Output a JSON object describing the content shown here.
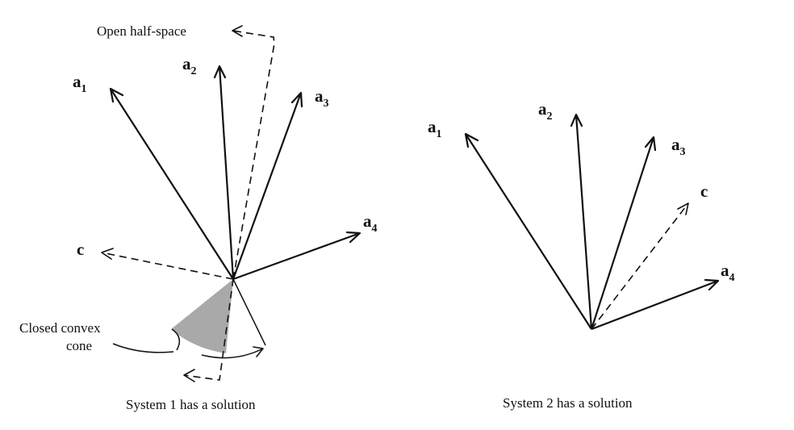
{
  "system1": {
    "vectors": [
      {
        "name": "a",
        "sub": "1"
      },
      {
        "name": "a",
        "sub": "2"
      },
      {
        "name": "a",
        "sub": "3"
      },
      {
        "name": "a",
        "sub": "4"
      }
    ],
    "c_label": "c",
    "open_half_space_label": "Open half-space",
    "cone_label_line1": "Closed convex",
    "cone_label_line2": "cone",
    "caption": "System 1 has a solution",
    "cone_color": "#a9a9a9"
  },
  "system2": {
    "vectors": [
      {
        "name": "a",
        "sub": "1"
      },
      {
        "name": "a",
        "sub": "2"
      },
      {
        "name": "a",
        "sub": "3"
      },
      {
        "name": "a",
        "sub": "4"
      }
    ],
    "c_label": "c",
    "caption": "System 2 has a solution"
  }
}
